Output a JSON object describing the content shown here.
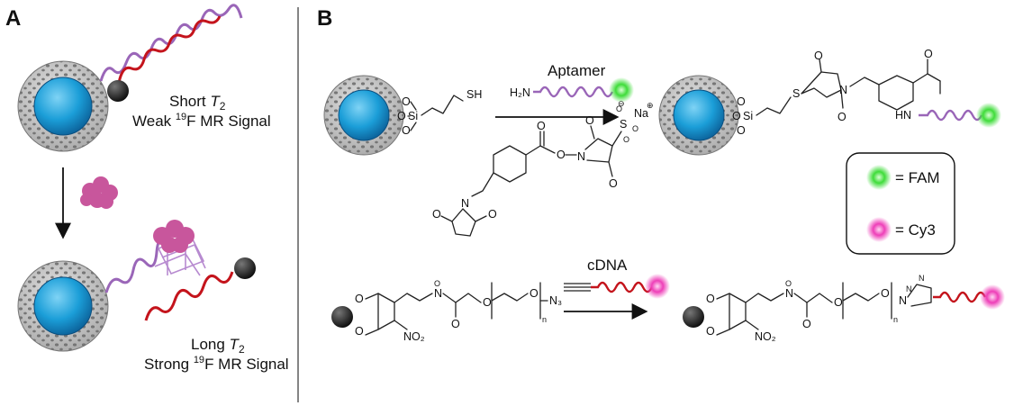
{
  "panels": {
    "a": "A",
    "b": "B"
  },
  "panel_a": {
    "state1_line1_prefix": "Short ",
    "state1_line1_var": "T",
    "state1_line1_sub": "2",
    "state1_line2_prefix": "Weak ",
    "state1_line2_sup": "19",
    "state1_line2_suffix": "F MR Signal",
    "state2_line1_prefix": "Long ",
    "state2_line1_var": "T",
    "state2_line1_sub": "2",
    "state2_line2_prefix": "Strong ",
    "state2_line2_sup": "19",
    "state2_line2_suffix": "F MR Signal"
  },
  "panel_b": {
    "aptamer_label": "Aptamer",
    "cdna_label": "cDNA",
    "legend": {
      "fam": "= FAM",
      "cy3": "= Cy3"
    },
    "colors": {
      "fam": "#3fdc3a",
      "cy3": "#ee3fb8",
      "aptamer_strand": "#9a66b8",
      "cdna_strand": "#c4141c",
      "core": "#1b9ed8",
      "shell": "#c8c8c8",
      "quencher": "#2a2a2a",
      "protein": "#c8569c"
    },
    "chem": {
      "sh": "SH",
      "h2n": "H₂N",
      "si": "Si",
      "o": "O",
      "n": "N",
      "s": "S",
      "hn": "HN",
      "no2": "NO₂",
      "n3": "N₃",
      "n_sub": "n",
      "na": "Na",
      "minus": "⊖",
      "plus": "⊕",
      "so3": "S"
    }
  }
}
